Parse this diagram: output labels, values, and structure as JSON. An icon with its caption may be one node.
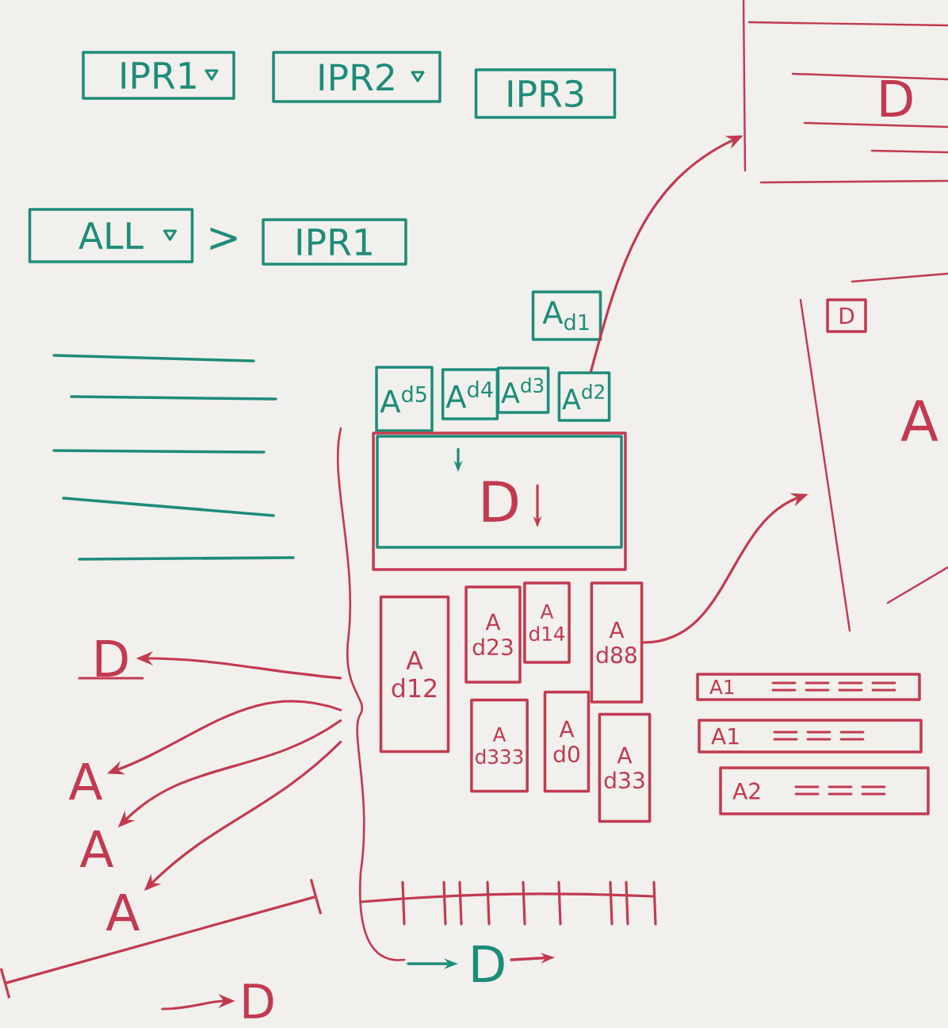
{
  "diagram": {
    "nodes": [
      {
        "text": [
          "IPR1"
        ]
      },
      {
        "text": [
          "IPR2"
        ]
      },
      {
        "text": [
          "IPR3"
        ]
      },
      {
        "text": [
          "ALL"
        ]
      },
      {
        "text": [
          "IPR1"
        ]
      },
      {
        "text": [
          "A$_{d1}$"
        ]
      },
      {
        "text": [
          "A$^{d5}$"
        ]
      },
      {
        "text": [
          "A$^{d4}$"
        ]
      },
      {
        "text": [
          "A$^{d3}$"
        ]
      },
      {
        "text": [
          "A$^{d2}$"
        ]
      },
      {
        "text": [
          "D"
        ]
      },
      {
        "text": [
          "A d12"
        ]
      },
      {
        "text": [
          "A d23"
        ]
      },
      {
        "text": [
          "A d14"
        ]
      },
      {
        "text": [
          "A d88"
        ]
      },
      {
        "text": [
          "A d333"
        ]
      },
      {
        "text": [
          "A d0"
        ]
      },
      {
        "text": [
          "A d33"
        ]
      },
      {
        "text": [
          "A1"
        ]
      },
      {
        "text": [
          "A1"
        ]
      },
      {
        "text": [
          "A2"
        ]
      },
      {
        "text": [
          "D"
        ]
      },
      {
        "text": [
          "D"
        ]
      },
      {
        "text": [
          "A"
        ]
      },
      {
        "text": [
          "A"
        ]
      },
      {
        "text": [
          "A"
        ]
      },
      {
        "text": [
          "D"
        ]
      },
      {
        "text": [
          "D"
        ]
      },
      {
        "text": [
          "A"
        ]
      },
      {
        "text": [
          "D"
        ],
        "in": 28
      },
      {
        "text": [],
        "shape": "bracket"
      }
    ],
    "edges": [
      {
        "from": 14,
        "to": 28,
        "arrow": "to"
      },
      {
        "from": 9,
        "to": 27,
        "arrow": "to"
      },
      {
        "from": 30,
        "to": 22,
        "arrow": "to"
      },
      {
        "from": 30,
        "to": 23,
        "arrow": "to"
      },
      {
        "from": 30,
        "to": 24,
        "arrow": "to"
      },
      {
        "from": 30,
        "to": 25,
        "arrow": "to"
      },
      {
        "from": null,
        "to": 26,
        "arrow": "to"
      }
    ],
    "labels": [
      ">"
    ]
  }
}
